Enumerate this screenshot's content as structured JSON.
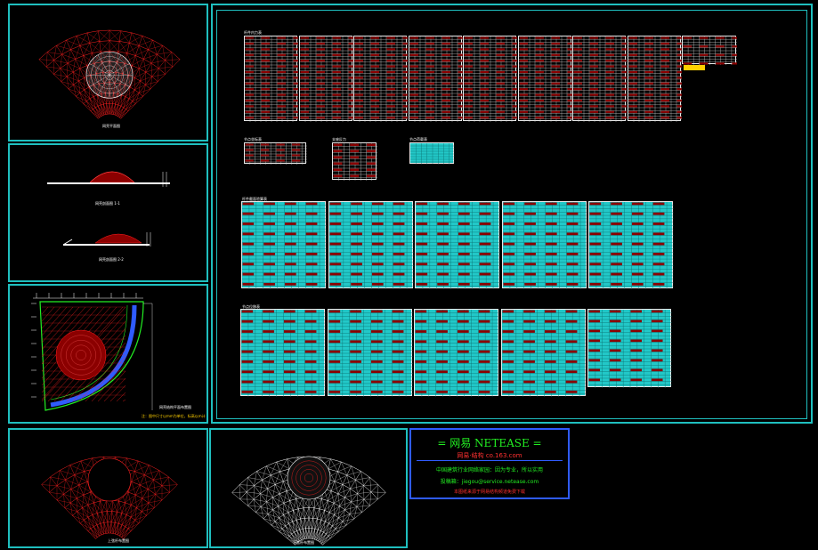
{
  "colors": {
    "background": "#000000",
    "frame": "#1fbfbf",
    "table_fill": "#22c8c8",
    "table_red": "#8b0000",
    "truss_red": "#ff2020",
    "truss_white": "#ffffff",
    "logo_border": "#2f5bff",
    "logo_green": "#22ee22",
    "logo_red": "#ff3030",
    "highlight_yellow": "#ffd000"
  },
  "panels": {
    "fan_top_caption": "网壳平面图",
    "section_a_caption": "网壳剖面图 1-1",
    "section_b_caption": "网壳剖面图 2-2",
    "site_plan_caption_1": "网壳结构平面布置图",
    "site_plan_caption_2": "注：图中尺寸以mm为单位，标高以m计",
    "fan_bottom_left_caption": "上弦杆布置图",
    "fan_bottom_mid_caption": "下弦杆布置图"
  },
  "tables": {
    "group1_title": "杆件内力表",
    "group2_titles": [
      "节点坐标表",
      "支座反力",
      "节点荷载表"
    ],
    "group3_title": "杆件截面验算表",
    "group4_title": "节点位移表"
  },
  "logo": {
    "line1": "=  网易   NETEASE  =",
    "line2": "网易·结构    co.163.com",
    "line3": "中国建筑行业网络家园：因为专业，所以实用",
    "line4": "投稿箱：jiegou@service.netease.com",
    "line5": "本图纸来源于网易结构频道免费下载"
  }
}
